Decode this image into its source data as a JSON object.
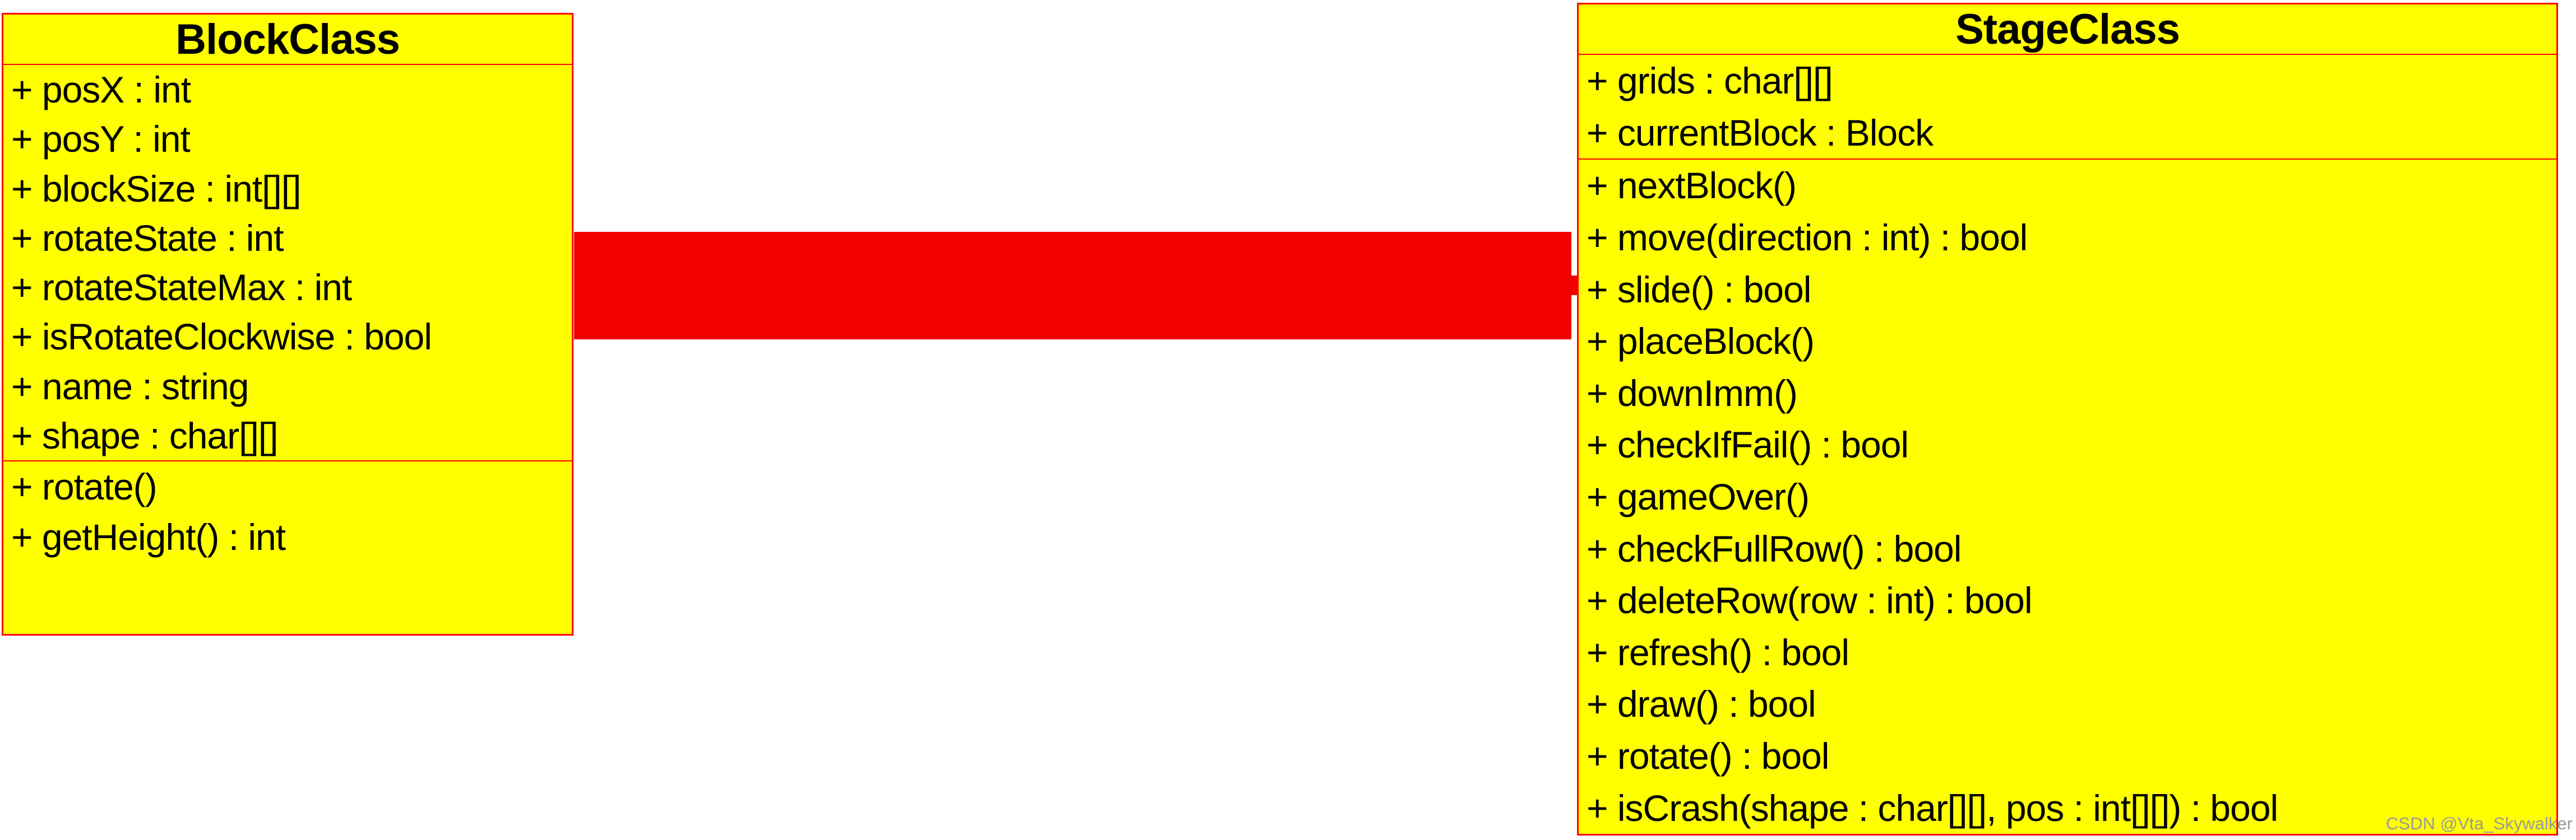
{
  "diagram": {
    "kind": "uml-class-diagram",
    "background_color": "#ffffff",
    "class_fill_color": "#ffff00",
    "class_border_color": "#ff0000",
    "connector_color": "#f10100",
    "text_color": "#000000"
  },
  "block_class": {
    "title": "BlockClass",
    "attributes": [
      "+ posX : int",
      "+ posY : int",
      "+ blockSize : int[][]",
      "+ rotateState : int",
      "+ rotateStateMax : int",
      "+ isRotateClockwise : bool",
      "+ name : string",
      "+ shape : char[][]"
    ],
    "methods": [
      "+ rotate()",
      "+ getHeight() : int"
    ]
  },
  "stage_class": {
    "title": "StageClass",
    "attributes": [
      "+ grids : char[][]",
      "+ currentBlock : Block"
    ],
    "methods": [
      "+ nextBlock()",
      "+ move(direction : int) : bool",
      "+ slide() : bool",
      "+ placeBlock()",
      "+ downImm()",
      "+ checkIfFail() : bool",
      "+ gameOver()",
      "+ checkFullRow() : bool",
      "+ deleteRow(row : int) : bool",
      "+ refresh() : bool",
      "+ draw() : bool",
      "+ rotate() : bool",
      "+ isCrash(shape : char[][], pos : int[][]) : bool"
    ]
  },
  "watermark": {
    "text": "CSDN @Vta_Skywalker",
    "color": "#9a9a9a"
  }
}
